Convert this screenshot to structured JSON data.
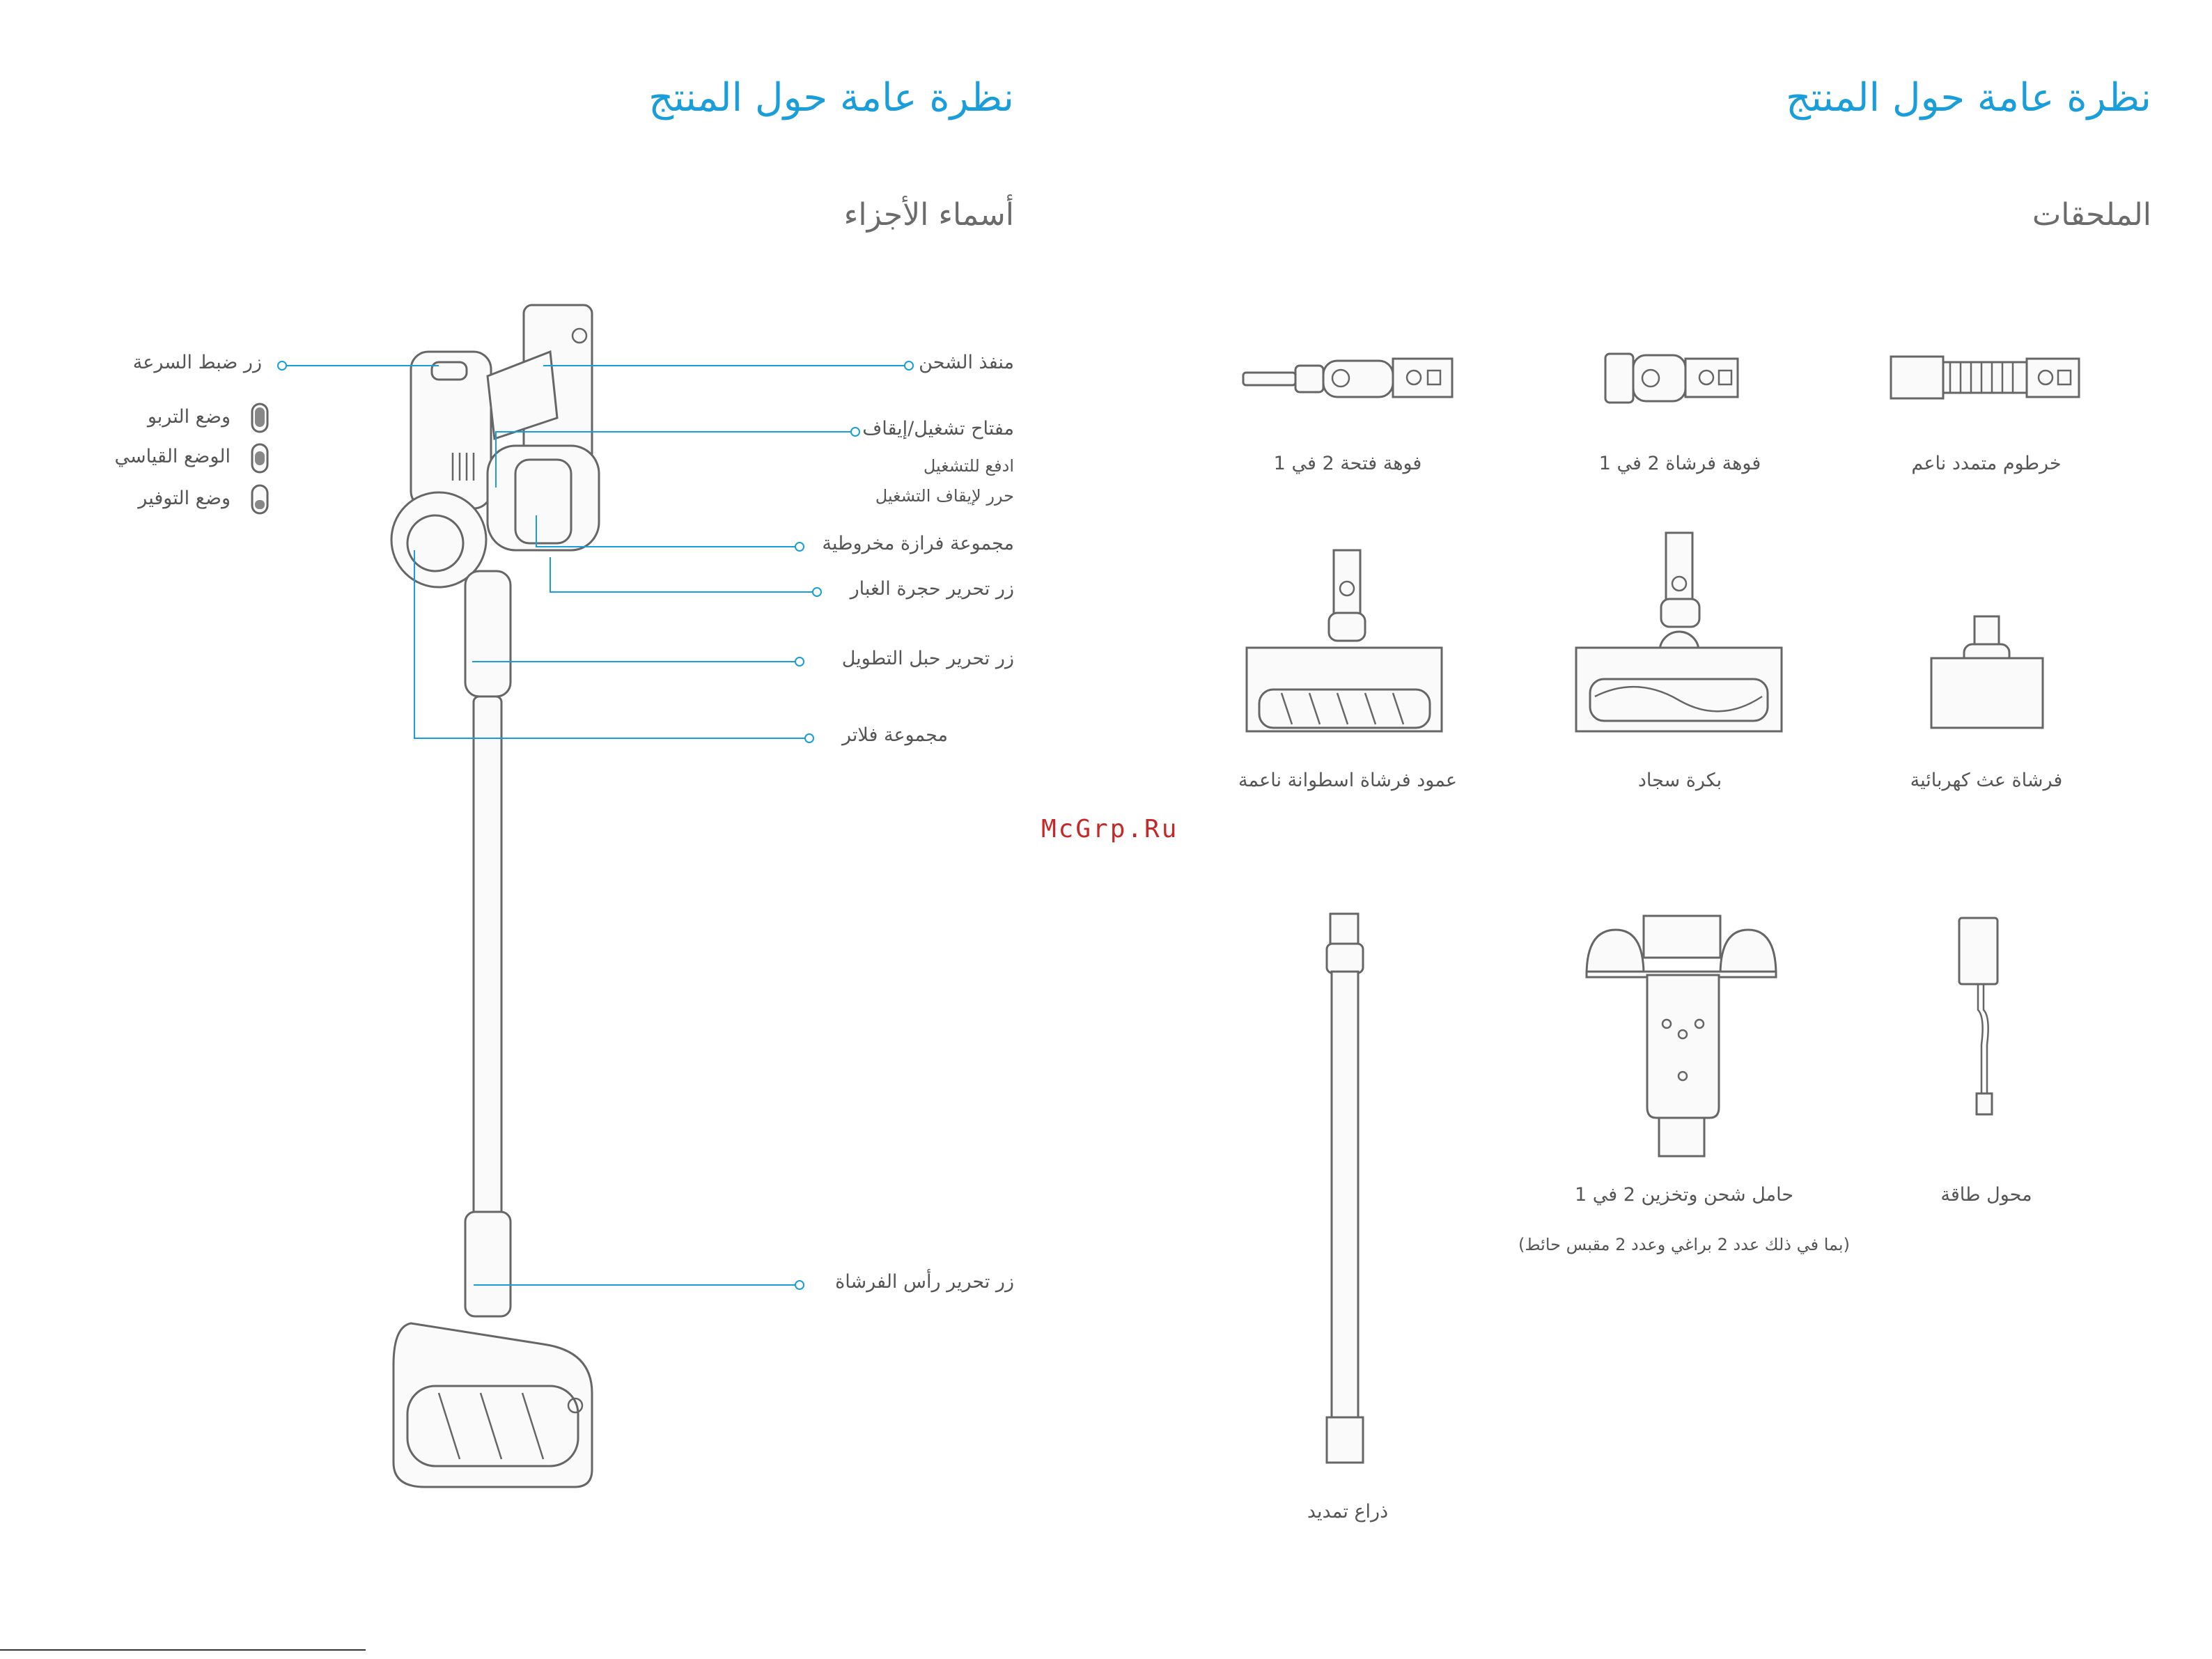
{
  "left_page": {
    "title": "نظرة عامة حول المنتج",
    "subtitle": "أسماء الأجزاء",
    "labels": {
      "speed_button": "زر ضبط السرعة",
      "turbo_mode": "وضع التربو",
      "standard_mode": "الوضع القياسي",
      "eco_mode": "وضع التوفير",
      "charging_port": "منفذ الشحن",
      "power_switch": "مفتاح تشغيل/إيقاف",
      "push_on": "ادفع للتشغيل",
      "release_off": "حرر لإيقاف التشغيل",
      "cyclone": "مجموعة فرازة مخروطية",
      "dust_release": "زر تحرير حجرة الغبار",
      "extension_release": "زر تحرير حبل التطويل",
      "filter": "مجموعة فلاتر",
      "brush_release": "زر تحرير رأس الفرشاة"
    }
  },
  "right_page": {
    "title": "نظرة عامة حول المنتج",
    "subtitle": "الملحقات",
    "accessories": {
      "hose": "خرطوم متمدد ناعم",
      "brush_2in1": "فوهة فرشاة 2 في 1",
      "crevice_2in1": "فوهة فتحة 2 في 1",
      "mite_brush": "فرشاة عث كهربائية",
      "carpet_roller": "بكرة سجاد",
      "soft_roller": "عمود فرشاة اسطوانة ناعمة",
      "adapter": "محول طاقة",
      "dock": "حامل شحن وتخزين 2 في 1",
      "dock_note": "(بما في ذلك عدد 2 براغي وعدد 2 مقبس حائط)",
      "extension_arm": "ذراع تمديد"
    }
  },
  "watermark": "McGrp.Ru"
}
